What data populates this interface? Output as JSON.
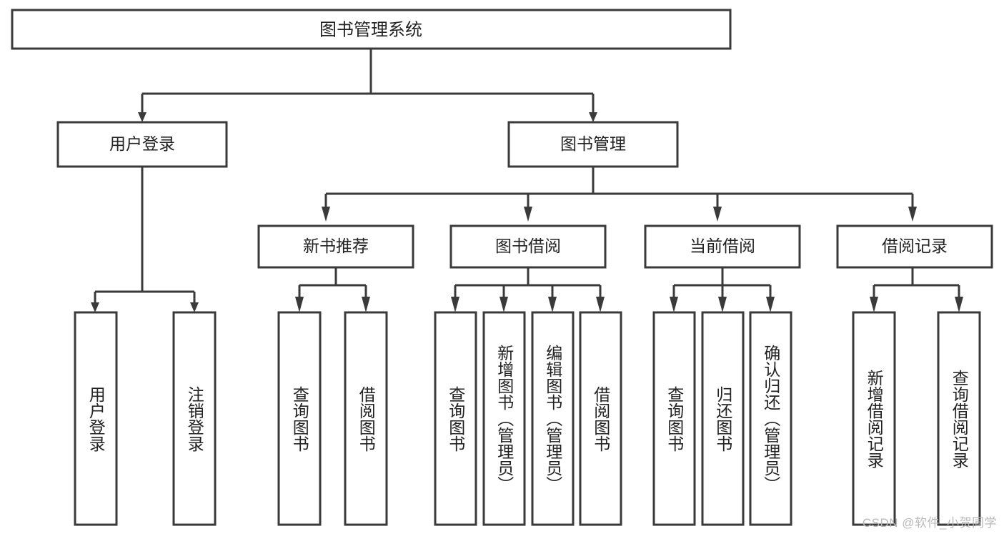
{
  "diagram": {
    "type": "tree",
    "title": "图书管理系统",
    "root": {
      "id": "root",
      "label": "图书管理系统"
    },
    "level1": [
      {
        "id": "user-login",
        "label": "用户登录"
      },
      {
        "id": "book-manage",
        "label": "图书管理"
      }
    ],
    "level2": [
      {
        "id": "new-book-recommend",
        "label": "新书推荐",
        "parent": "book-manage"
      },
      {
        "id": "book-borrow",
        "label": "图书借阅",
        "parent": "book-manage"
      },
      {
        "id": "current-borrow",
        "label": "当前借阅",
        "parent": "book-manage"
      },
      {
        "id": "borrow-record",
        "label": "借阅记录",
        "parent": "book-manage"
      }
    ],
    "leaves": {
      "user_login": [
        {
          "id": "leaf-user-login",
          "label": "用户登录"
        },
        {
          "id": "leaf-logout",
          "label": "注销登录"
        }
      ],
      "new_book_recommend": [
        {
          "id": "leaf-query-book-1",
          "label": "查询图书"
        },
        {
          "id": "leaf-borrow-book-1",
          "label": "借阅图书"
        }
      ],
      "book_borrow": [
        {
          "id": "leaf-query-book-2",
          "label": "查询图书"
        },
        {
          "id": "leaf-add-book",
          "label": "新增图书（管理员）"
        },
        {
          "id": "leaf-edit-book",
          "label": "编辑图书（管理员）"
        },
        {
          "id": "leaf-borrow-book-2",
          "label": "借阅图书"
        }
      ],
      "current_borrow": [
        {
          "id": "leaf-query-book-3",
          "label": "查询图书"
        },
        {
          "id": "leaf-return-book",
          "label": "归还图书"
        },
        {
          "id": "leaf-confirm-return",
          "label": "确认归还（管理员）"
        }
      ],
      "borrow_record": [
        {
          "id": "leaf-add-record",
          "label": "新增借阅记录"
        },
        {
          "id": "leaf-query-record",
          "label": "查询借阅记录"
        }
      ]
    },
    "colors": {
      "stroke": "#3a3a3a",
      "fill": "#ffffff",
      "text": "#222222",
      "watermark": "#b9b9b9",
      "background": "#ffffff"
    }
  },
  "watermark": {
    "text": "CSDN @软件_小贺同学"
  }
}
